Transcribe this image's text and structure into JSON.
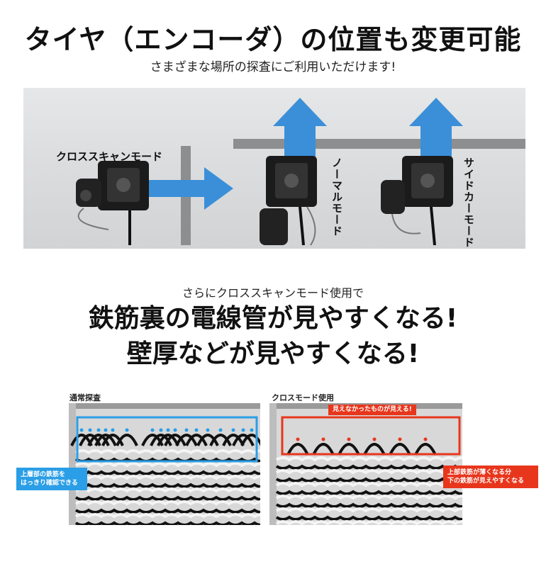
{
  "header": {
    "title": "タイヤ（エンコーダ）の位置も変更可能",
    "subtitle": "さまざまな場所の探査にご利用いただけます!"
  },
  "modes": {
    "cross": "クロススキャンモード",
    "normal": "ノーマルモード",
    "side": "サイドカーモード"
  },
  "colors": {
    "arrow_blue": "#3a8fd8",
    "highlight_blue": "#2a9ee6",
    "highlight_red": "#e8361c"
  },
  "section2": {
    "lead": "さらにクロススキャンモード使用で",
    "headline1": "鉄筋裏の電線管が見やすくなる!",
    "headline2": "壁厚などが見やすくなる!"
  },
  "scans": {
    "left_title": "通常探査",
    "right_title": "クロスモード使用",
    "left_callout_line1": "上層部の鉄筋を",
    "left_callout_line2": "はっきり確認できる",
    "right_tag": "見えなかったものが見える!",
    "right_callout_line1": "上部鉄筋が薄くなる分",
    "right_callout_line2": "下の鉄筋が見えやすくなる"
  }
}
